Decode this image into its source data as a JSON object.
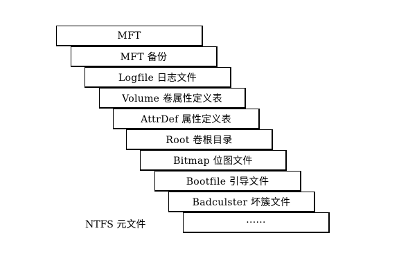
{
  "diagram": {
    "boxes": [
      {
        "label": "MFT"
      },
      {
        "label": "MFT 备份"
      },
      {
        "label": "Logfile 日志文件"
      },
      {
        "label": "Volume 卷属性定义表"
      },
      {
        "label": "AttrDef 属性定义表"
      },
      {
        "label": "Root 卷根目录"
      },
      {
        "label": "Bitmap 位图文件"
      },
      {
        "label": "Bootfile 引导文件"
      },
      {
        "label": "Badculster 坏簇文件"
      },
      {
        "label": "······"
      }
    ],
    "side_label": "NTFS 元文件"
  }
}
